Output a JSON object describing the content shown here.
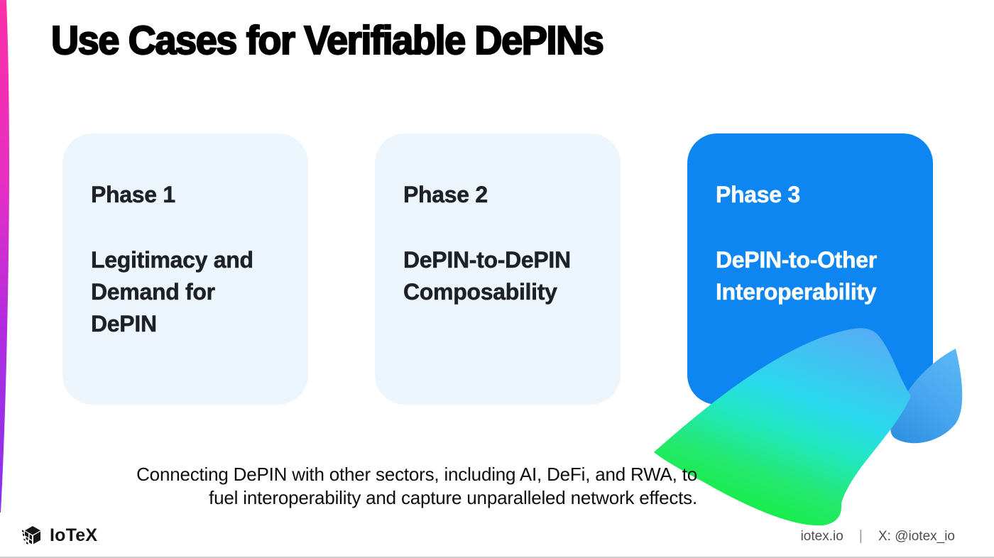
{
  "slide": {
    "title": "Use Cases for Verifiable DePINs",
    "cards": [
      {
        "phase": "Phase 1",
        "description": "Legitimacy and\nDemand for DePIN",
        "variant": "light"
      },
      {
        "phase": "Phase 2",
        "description": "DePIN-to-DePIN\nComposability",
        "variant": "light"
      },
      {
        "phase": "Phase 3",
        "description": "DePIN-to-Other\nInteroperability",
        "variant": "primary"
      }
    ],
    "caption_line1": "Connecting DePIN with other sectors, including AI, DeFi, and RWA, to",
    "caption_line2": "fuel interoperability and capture unparalleled network effects.",
    "footer": {
      "brand_wordmark": "IoTeX",
      "website": "iotex.io",
      "separator": "|",
      "social_handle": "X: @iotex_io"
    }
  },
  "icons": {
    "left_edge": "pink-purple-gradient-stripe",
    "decoration": "blue-green-ribbon-swoosh",
    "brand": "iotex-cube-logo-icon"
  },
  "colors": {
    "accent_blue": "#0D86F2",
    "card_light": "#EEF6FD",
    "text_dark": "#1E2127",
    "title_black": "#000000",
    "stripe_pink": "#FB2FA7",
    "stripe_purple": "#8733EC",
    "ribbon_blue": "#55AEF5",
    "ribbon_cyan": "#2AD9EE",
    "ribbon_green": "#12EE3E",
    "footer_gray": "#4D4D4D"
  }
}
